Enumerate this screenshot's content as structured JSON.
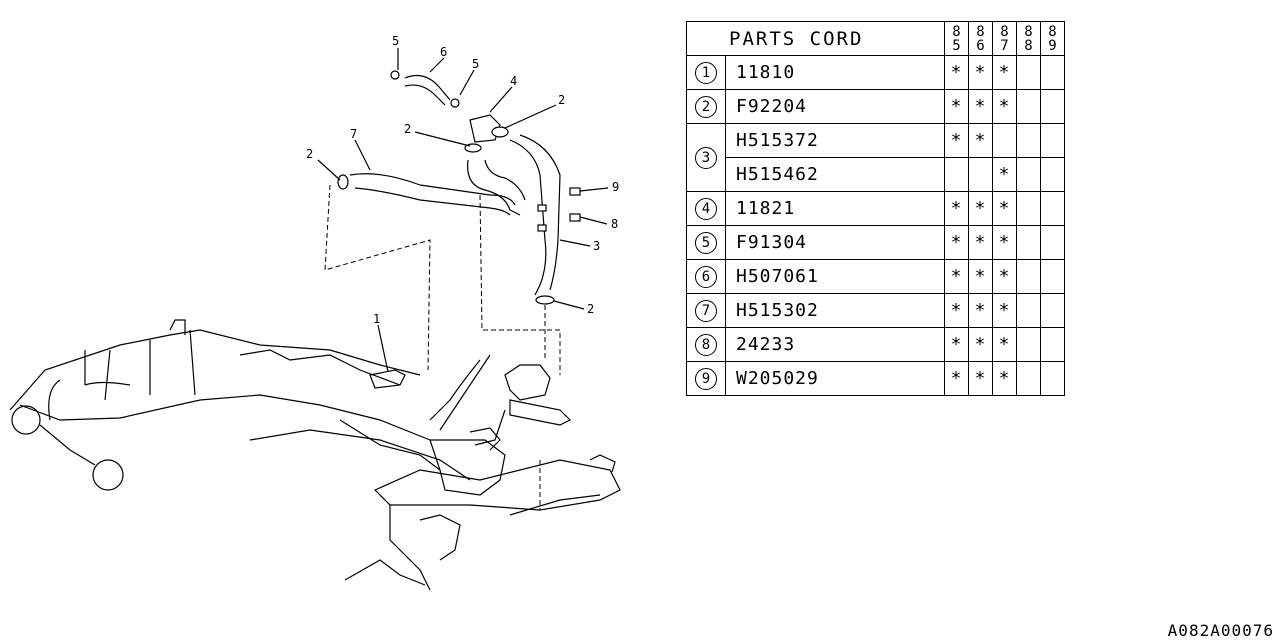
{
  "header": {
    "title": "PARTS CORD",
    "years": [
      [
        "8",
        "5"
      ],
      [
        "8",
        "6"
      ],
      [
        "8",
        "7"
      ],
      [
        "8",
        "8"
      ],
      [
        "8",
        "9"
      ]
    ]
  },
  "rows": [
    {
      "ref": "1",
      "part": "11810",
      "marks": [
        "*",
        "*",
        "*",
        "",
        ""
      ]
    },
    {
      "ref": "2",
      "part": "F92204",
      "marks": [
        "*",
        "*",
        "*",
        "",
        ""
      ]
    },
    {
      "ref": "3",
      "part": "H515372",
      "marks": [
        "*",
        "*",
        "",
        "",
        ""
      ]
    },
    {
      "ref": "",
      "part": "H515462",
      "marks": [
        "",
        "",
        "*",
        "",
        ""
      ]
    },
    {
      "ref": "4",
      "part": "11821",
      "marks": [
        "*",
        "*",
        "*",
        "",
        ""
      ]
    },
    {
      "ref": "5",
      "part": "F91304",
      "marks": [
        "*",
        "*",
        "*",
        "",
        ""
      ]
    },
    {
      "ref": "6",
      "part": "H507061",
      "marks": [
        "*",
        "*",
        "*",
        "",
        ""
      ]
    },
    {
      "ref": "7",
      "part": "H515302",
      "marks": [
        "*",
        "*",
        "*",
        "",
        ""
      ]
    },
    {
      "ref": "8",
      "part": "24233",
      "marks": [
        "*",
        "*",
        "*",
        "",
        ""
      ]
    },
    {
      "ref": "9",
      "part": "W205029",
      "marks": [
        "*",
        "*",
        "*",
        "",
        ""
      ]
    }
  ],
  "callouts": {
    "c5a": "5",
    "c6": "6",
    "c5b": "5",
    "c4": "4",
    "c2a": "2",
    "c2b": "2",
    "c7": "7",
    "c2c": "2",
    "c9": "9",
    "c8": "8",
    "c3": "3",
    "c2d": "2",
    "c1": "1"
  },
  "code": "A082A00076"
}
